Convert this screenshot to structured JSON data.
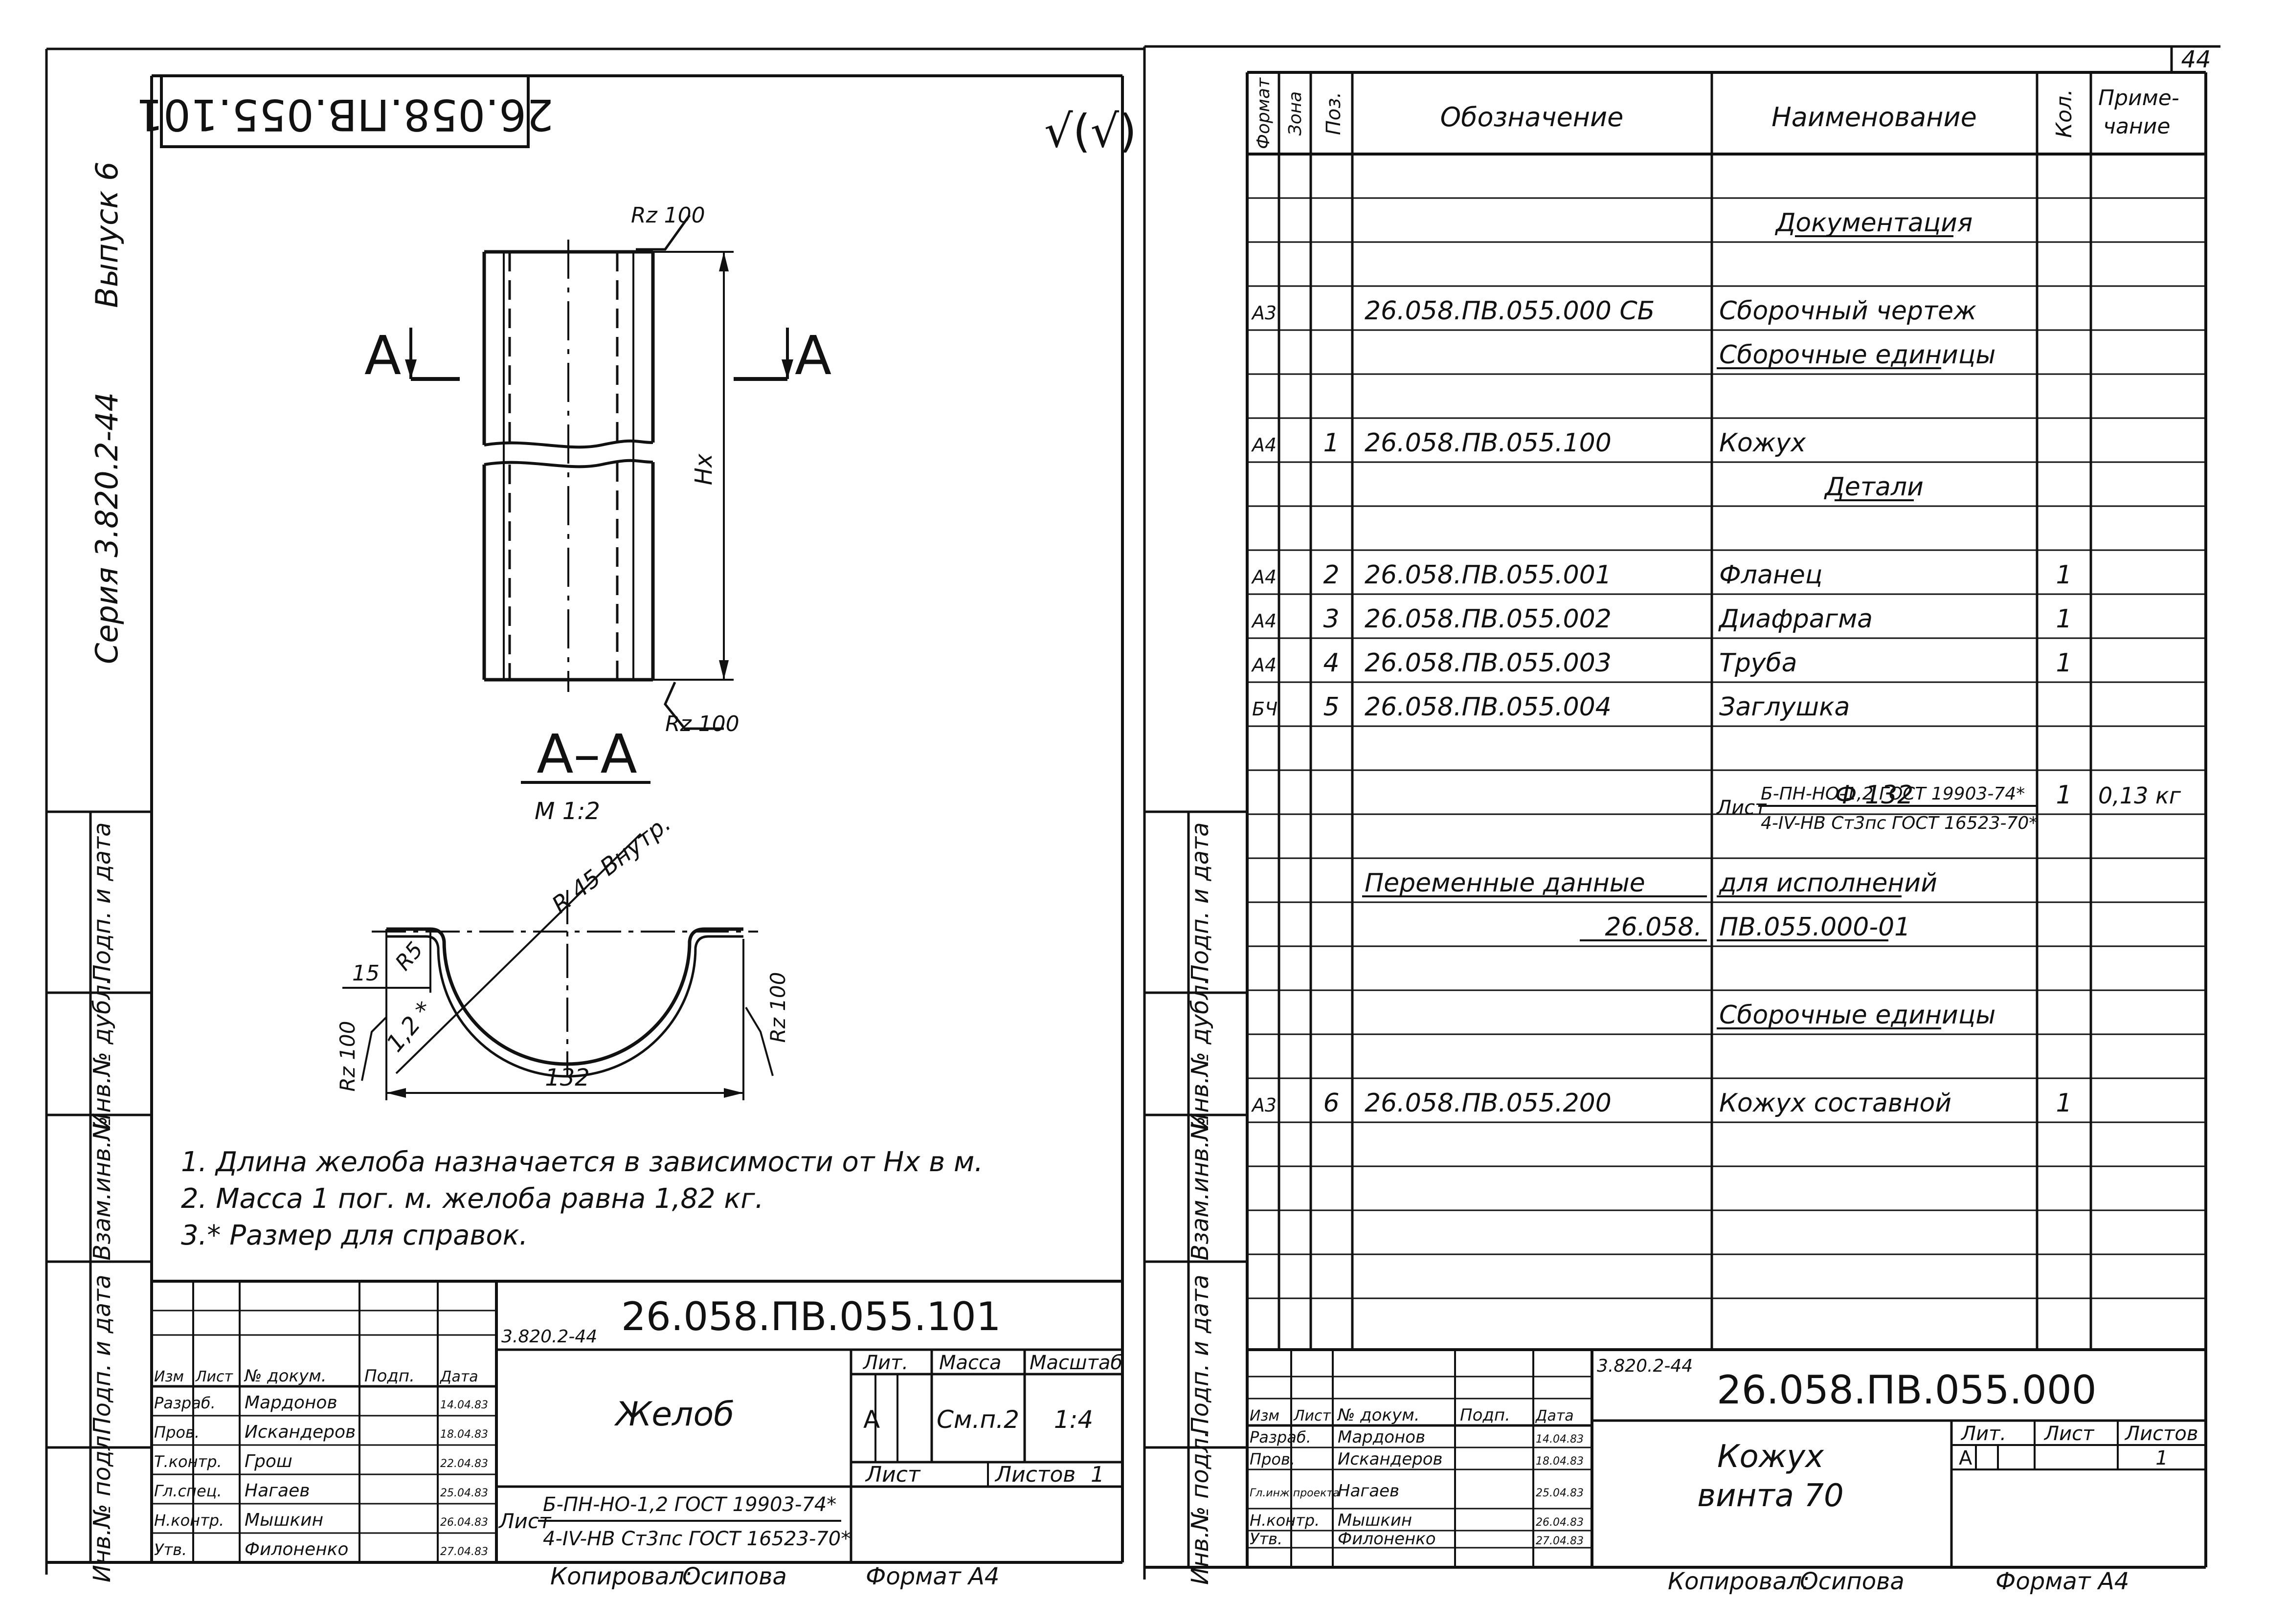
{
  "page_number": "44",
  "left_sheet": {
    "mirrored_code": "26.058.ПВ.055.101",
    "roughness_symbol": "√(√)",
    "side_labels": {
      "series": "Серия 3.820.2-44",
      "issue": "Выпуск 6",
      "strip": [
        "Подп. и дата",
        "Инв.№ дубл.",
        "Взам.инв.№",
        "Подп. и дата",
        "Инв.№ подл."
      ]
    },
    "drawing": {
      "roughness_top": "Rz 100",
      "roughness_bottom": "Rz 100",
      "roughness_left": "Rz 100",
      "roughness_right": "Rz 100",
      "section_left": "А",
      "section_right": "А",
      "height_dim": "Hx",
      "section_title": "А–А",
      "section_scale": "М 1:2",
      "radius_label": "R 45 Внутр.",
      "r5": "R5",
      "dim_15": "15",
      "dim_thickness": "1,2 *",
      "dim_width": "132"
    },
    "notes": [
      "1.  Длина желоба назначается в зависимости от Hx в м.",
      "2.  Масса 1 пог. м. желоба равна 1,82 кг.",
      "3.* Размер для справок."
    ],
    "title_block": {
      "series_code": "3.820.2-44",
      "doc_code": "26.058.ПВ.055.101",
      "name": "Желоб",
      "headers": {
        "izm": "Изм",
        "list": "Лист",
        "doc_no": "№ докум.",
        "sign": "Подп.",
        "date": "Дата"
      },
      "lit_label": "Лит.",
      "mass_label": "Масса",
      "scale_label": "Масштаб",
      "lit_value": "А",
      "mass_value": "См.п.2",
      "scale_value": "1:4",
      "sheet_label": "Лист",
      "sheets_label": "Листов",
      "sheets_value": "1",
      "roles": [
        {
          "role": "Разраб.",
          "name": "Мардонов",
          "date": "14.04.83"
        },
        {
          "role": "Пров.",
          "name": "Искандеров",
          "date": "18.04.83"
        },
        {
          "role": "Т.контр.",
          "name": "Грош",
          "date": "22.04.83"
        },
        {
          "role": "Гл.спец.",
          "name": "Нагаев",
          "date": "25.04.83"
        },
        {
          "role": "Н.контр.",
          "name": "Мышкин",
          "date": "26.04.83"
        },
        {
          "role": "Утв.",
          "name": "Филоненко",
          "date": "27.04.83"
        }
      ],
      "material_prefix": "Лист",
      "material_line1": "Б-ПН-НО-1,2 ГОСТ 19903-74*",
      "material_line2": "4-IV-НВ Ст3пс ГОСТ 16523-70*"
    },
    "footer": {
      "copied": "Копировал:",
      "copier": "Осипова",
      "format": "Формат А4"
    }
  },
  "right_sheet": {
    "side_labels": [
      "Подп. и дата",
      "Инв.№ дубл.",
      "Взам.инв.№",
      "Подп. и дата",
      "Инв.№ подл."
    ],
    "spec_headers": {
      "format": "Формат",
      "zone": "Зона",
      "pos": "Поз.",
      "designation": "Обозначение",
      "name": "Наименование",
      "qty": "Кол.",
      "note": "Приме-\nчание"
    },
    "spec_rows": [
      {
        "format": "",
        "pos": "",
        "designation": "",
        "name": "",
        "qty": "",
        "note": ""
      },
      {
        "format": "",
        "pos": "",
        "designation": "",
        "name": "Документация",
        "qty": "",
        "note": "",
        "heading": true
      },
      {
        "format": "",
        "pos": "",
        "designation": "",
        "name": "",
        "qty": "",
        "note": ""
      },
      {
        "format": "А3",
        "pos": "",
        "designation": "26.058.ПВ.055.000 СБ",
        "name": "Сборочный чертеж",
        "qty": "",
        "note": ""
      },
      {
        "format": "",
        "pos": "",
        "designation": "",
        "name": "Сборочные единицы",
        "qty": "",
        "note": "",
        "heading": true
      },
      {
        "format": "",
        "pos": "",
        "designation": "",
        "name": "",
        "qty": "",
        "note": ""
      },
      {
        "format": "А4",
        "pos": "1",
        "designation": "26.058.ПВ.055.100",
        "name": "Кожух",
        "qty": "",
        "note": ""
      },
      {
        "format": "",
        "pos": "",
        "designation": "",
        "name": "Детали",
        "qty": "",
        "note": "",
        "heading": true,
        "centered": true
      },
      {
        "format": "",
        "pos": "",
        "designation": "",
        "name": "",
        "qty": "",
        "note": ""
      },
      {
        "format": "А4",
        "pos": "2",
        "designation": "26.058.ПВ.055.001",
        "name": "Фланец",
        "qty": "1",
        "note": ""
      },
      {
        "format": "А4",
        "pos": "3",
        "designation": "26.058.ПВ.055.002",
        "name": "Диафрагма",
        "qty": "1",
        "note": ""
      },
      {
        "format": "А4",
        "pos": "4",
        "designation": "26.058.ПВ.055.003",
        "name": "Труба",
        "qty": "1",
        "note": ""
      },
      {
        "format": "БЧ",
        "pos": "5",
        "designation": "26.058.ПВ.055.004",
        "name": "Заглушка",
        "qty": "",
        "note": ""
      },
      {
        "format": "",
        "pos": "",
        "designation": "",
        "name": "",
        "qty": "",
        "note": "",
        "material": true
      },
      {
        "format": "",
        "pos": "",
        "designation": "",
        "name": "Ф 132",
        "qty": "1",
        "note": "0,13 кг",
        "centered": true
      },
      {
        "format": "",
        "pos": "",
        "designation": "",
        "name": "",
        "qty": "",
        "note": ""
      },
      {
        "format": "",
        "pos": "",
        "designation": "Переменные данные",
        "name": "для исполнений",
        "qty": "",
        "note": "",
        "heading": true
      },
      {
        "format": "",
        "pos": "",
        "designation": "26.058.",
        "name": "ПВ.055.000-01",
        "qty": "",
        "note": "",
        "heading": true,
        "split": true
      },
      {
        "format": "",
        "pos": "",
        "designation": "",
        "name": "",
        "qty": "",
        "note": ""
      },
      {
        "format": "",
        "pos": "",
        "designation": "",
        "name": "Сборочные единицы",
        "qty": "",
        "note": "",
        "heading": true
      },
      {
        "format": "",
        "pos": "",
        "designation": "",
        "name": "",
        "qty": "",
        "note": ""
      },
      {
        "format": "А3",
        "pos": "6",
        "designation": "26.058.ПВ.055.200",
        "name": "Кожух составной",
        "qty": "1",
        "note": ""
      },
      {
        "format": "",
        "pos": "",
        "designation": "",
        "name": "",
        "qty": "",
        "note": ""
      },
      {
        "format": "",
        "pos": "",
        "designation": "",
        "name": "",
        "qty": "",
        "note": ""
      },
      {
        "format": "",
        "pos": "",
        "designation": "",
        "name": "",
        "qty": "",
        "note": ""
      },
      {
        "format": "",
        "pos": "",
        "designation": "",
        "name": "",
        "qty": "",
        "note": ""
      }
    ],
    "material_prefix": "Лист",
    "material_line1": "Б-ПН-НО-1,2 ГОСТ 19903-74*",
    "material_line2": "4-IV-НВ Ст3пс ГОСТ 16523-70*",
    "title_block": {
      "series_code": "3.820.2-44",
      "doc_code": "26.058.ПВ.055.000",
      "name_line1": "Кожух",
      "name_line2": "винта 70",
      "headers": {
        "izm": "Изм",
        "list": "Лист",
        "doc_no": "№ докум.",
        "sign": "Подп.",
        "date": "Дата"
      },
      "lit_label": "Лит.",
      "sheet_label": "Лист",
      "sheets_label": "Листов",
      "lit_value": "А",
      "sheets_value": "1",
      "roles": [
        {
          "role": "Разраб.",
          "name": "Мардонов",
          "date": "14.04.83"
        },
        {
          "role": "Пров.",
          "name": "Искандеров",
          "date": "18.04.83"
        },
        {
          "role": "Гл.инж.проекта",
          "name": "Нагаев",
          "date": "25.04.83"
        },
        {
          "role": "Н.контр.",
          "name": "Мышкин",
          "date": "26.04.83"
        },
        {
          "role": "Утв.",
          "name": "Филоненко",
          "date": "27.04.83"
        }
      ]
    },
    "footer": {
      "copied": "Копировал:",
      "copier": "Осипова",
      "format": "Формат А4"
    }
  }
}
